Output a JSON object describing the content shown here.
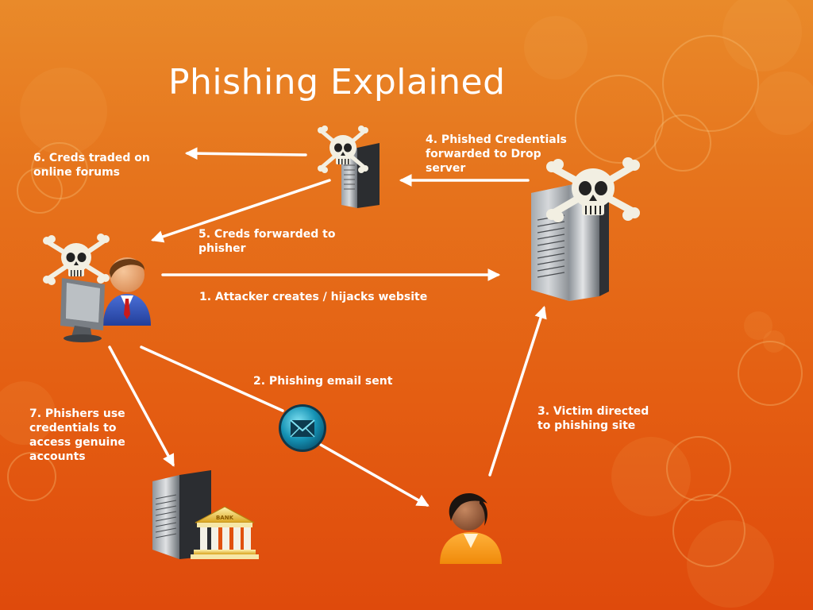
{
  "title": "Phishing Explained",
  "steps": {
    "step1": "1. Attacker creates / hijacks website",
    "step2": "2. Phishing email sent",
    "step3": "3. Victim directed\nto phishing site",
    "step4": "4. Phished Credentials\nforwarded to Drop\nserver",
    "step5": "5. Creds forwarded to\nphisher",
    "step6": "6. Creds traded on\nonline forums",
    "step7": "7. Phishers use\ncredentials to\naccess genuine\naccounts"
  },
  "icons": {
    "attacker": "attacker-computer-skull-icon",
    "drop_server": "drop-server-skull-icon",
    "phishing_server": "phishing-server-skull-icon",
    "email": "email-envelope-icon",
    "victim": "victim-person-icon",
    "bank": "bank-server-icon"
  },
  "bank_sign": "BANK",
  "colors": {
    "background_top": "#e98a2a",
    "background_bottom": "#df4a0c",
    "text": "#ffffff",
    "arrow": "#ffffff"
  }
}
